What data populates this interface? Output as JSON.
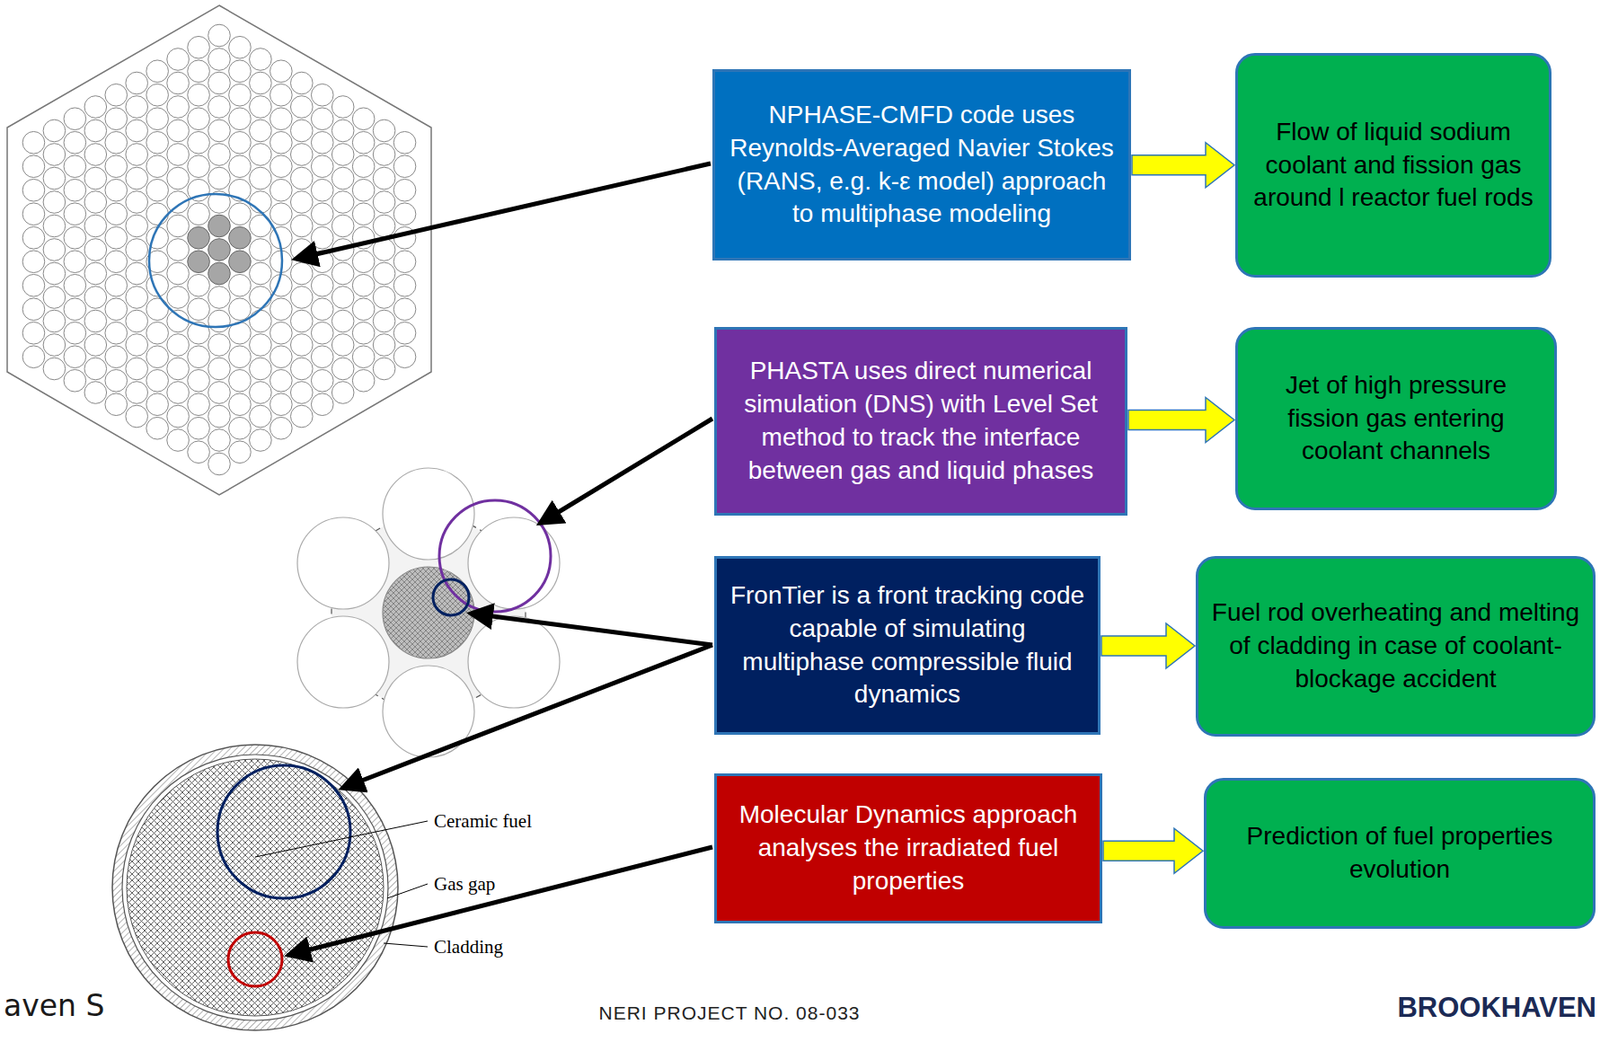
{
  "diagram": {
    "nodes": [
      {
        "text": [
          "NPHASE-CMFD code uses Reynolds-Averaged Navier Stokes (RANS, e.g. k-ε model) approach to multiphase modeling"
        ]
      },
      {
        "text": [
          "Flow of liquid sodium coolant and fission gas around l reactor fuel rods"
        ]
      },
      {
        "text": [
          "PHASTA uses direct numerical simulation (DNS) with Level Set method to track the interface between gas and liquid phases"
        ]
      },
      {
        "text": [
          "Jet of high pressure fission gas entering coolant channels"
        ]
      },
      {
        "text": [
          "FronTier is a front tracking code capable of simulating multiphase compressible fluid dynamics"
        ]
      },
      {
        "text": [
          "Fuel rod overheating and melting of cladding in case of coolant-blockage accident"
        ]
      },
      {
        "text": [
          "Molecular Dynamics approach analyses the irradiated fuel properties"
        ]
      },
      {
        "text": [
          "Prediction of fuel properties evolution"
        ]
      }
    ],
    "edges": [
      {
        "from": 0,
        "to": 1,
        "arrow": "to"
      },
      {
        "from": 2,
        "to": 3,
        "arrow": "to"
      },
      {
        "from": 4,
        "to": 5,
        "arrow": "to"
      },
      {
        "from": 6,
        "to": 7,
        "arrow": "to"
      }
    ],
    "labels": [
      "Ceramic fuel",
      "Gas gap",
      "Cladding",
      "aven S",
      "NERI PROJECT NO. 08-033",
      "BROOKHAVEN"
    ]
  }
}
